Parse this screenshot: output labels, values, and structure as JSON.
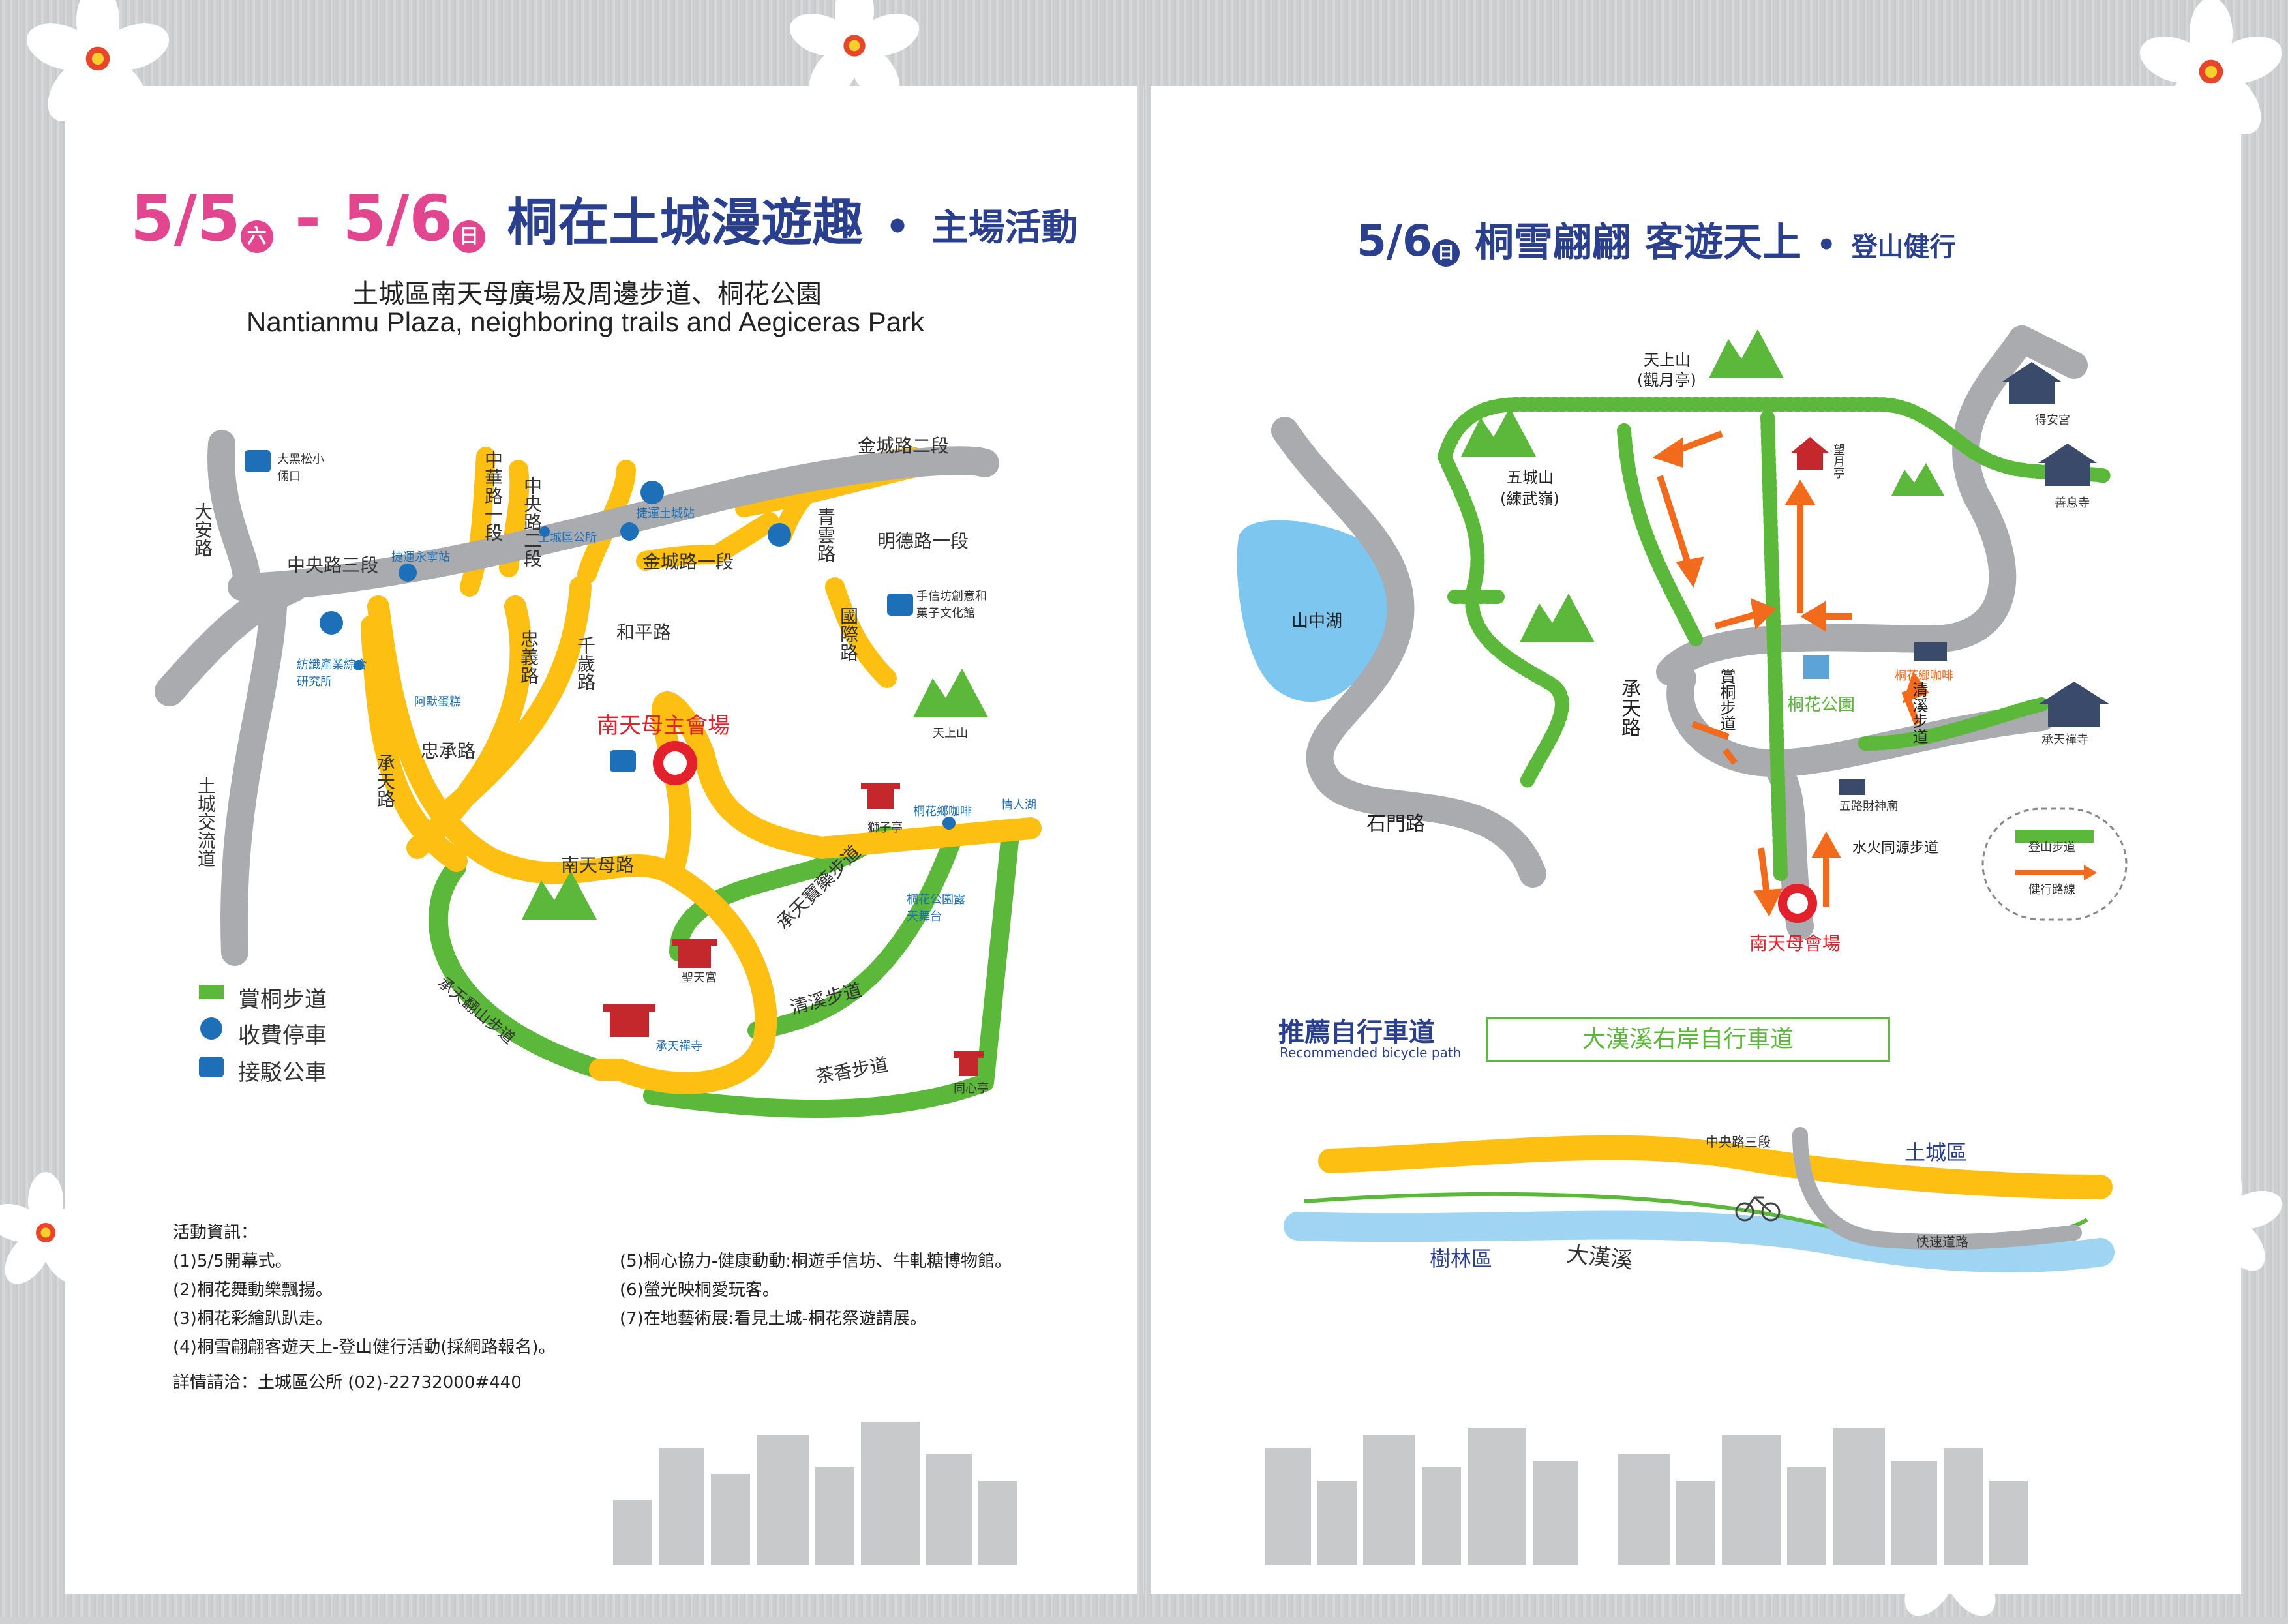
{
  "left": {
    "title": {
      "date_start": "5/5",
      "day_start": "六",
      "dash": "-",
      "date_end": "5/6",
      "day_end": "日",
      "name": "桐在土城漫遊趣",
      "dot": "•",
      "suffix": "主場活動"
    },
    "subtitle_zh": "土城區南天母廣場及周邊步道、桐花公園",
    "subtitle_en": "Nantianmu Plaza, neighboring trails and Aegiceras Park",
    "map": {
      "roads": [
        "大安路",
        "中央路三段",
        "金城路二段",
        "金城路一段",
        "中華路一段",
        "中央路二段",
        "和平路",
        "明德路一段",
        "青雲路",
        "國際路",
        "忠義路",
        "千歲路",
        "忠承路",
        "承天路",
        "土城交流道",
        "南天母路",
        "承天寶藥步道",
        "清溪步道",
        "茶香步道",
        "承天翻山步道"
      ],
      "places": [
        "大黑松小倆口",
        "捷運永寧站",
        "土城區公所",
        "捷運土城站",
        "手信坊創意和菓子文化館",
        "紡織產業綜合研究所",
        "阿默蛋糕",
        "天上山",
        "南天母主會場",
        "獅子亭",
        "桐花鄉咖啡",
        "情人湖",
        "桐花公園露天舞台",
        "聖天宮",
        "承天禪寺",
        "同心亭"
      ]
    },
    "legend": [
      {
        "label": "賞桐步道",
        "color": "#5cb83a"
      },
      {
        "label": "收費停車",
        "icon": "parking-icon"
      },
      {
        "label": "接駁公車",
        "icon": "bus-icon"
      }
    ],
    "info": {
      "heading": "活動資訊：",
      "col1": [
        "(1)5/5開幕式。",
        "(2)桐花舞動樂飄揚。",
        "(3)桐花彩繪趴趴走。",
        "(4)桐雪翩翩客遊天上-登山健行活動(採網路報名)。"
      ],
      "col2": [
        "(5)桐心協力-健康動動:桐遊手信坊、牛軋糖博物館。",
        "(6)螢光映桐愛玩客。",
        "(7)在地藝術展:看見土城-桐花祭遊請展。"
      ],
      "contact": "詳情請洽：土城區公所 (02)-22732000#440"
    }
  },
  "right": {
    "title": {
      "date": "5/6",
      "day": "日",
      "name": "桐雪翩翩 客遊天上",
      "dot": "•",
      "suffix": "登山健行"
    },
    "map": {
      "places": [
        "天上山",
        "(觀月亭)",
        "得安宮",
        "五城山",
        "(練武嶺)",
        "望月亭",
        "善息寺",
        "山中湖",
        "桐花公園",
        "桐花鄉咖啡",
        "承天禪寺",
        "五路財神廟",
        "南天母會場"
      ],
      "roads": [
        "賞桐步道",
        "清溪步道",
        "承天路",
        "石門路",
        "水火同源步道"
      ]
    },
    "legend": [
      {
        "label": "登山步道",
        "color": "#5cb83a"
      },
      {
        "label": "健行路線",
        "color": "#f26a1b"
      }
    ],
    "bike": {
      "heading": "推薦自行車道",
      "heading_en": "Recommended bicycle path",
      "route": "大漢溪右岸自行車道",
      "labels": [
        "中央路三段",
        "土城區",
        "樹林區",
        "大漢溪",
        "快速道路"
      ]
    }
  },
  "colors": {
    "pink": "#e2468e",
    "blue": "#2b3f8f",
    "road_gray": "#a9abae",
    "road_yellow": "#fcbf12",
    "trail_green": "#5cb83a",
    "route_orange": "#f26a1b",
    "river": "#7cc6ef"
  }
}
